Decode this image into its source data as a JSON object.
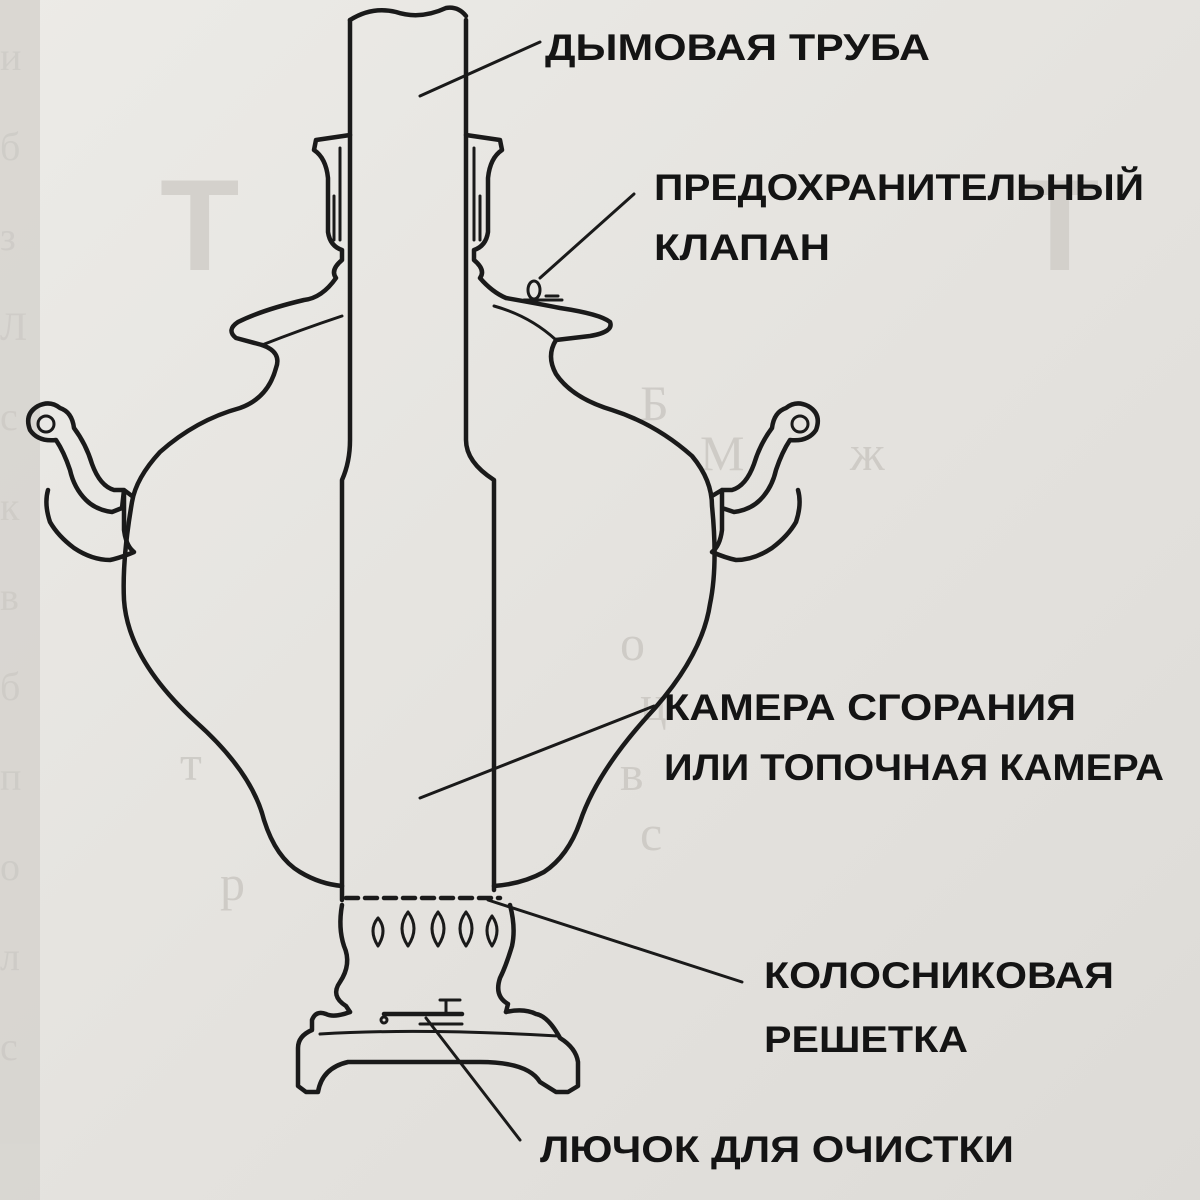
{
  "labels": {
    "chimney": "ДЫМОВАЯ ТРУБА",
    "valve_line1": "ПРЕДОХРАНИТЕЛЬНЫЙ",
    "valve_line2": "КЛАПАН",
    "chamber_line1": "КАМЕРА СГОРАНИЯ",
    "chamber_line2": "ИЛИ ТОПОЧНАЯ КАМЕРА",
    "grate_line1": "КОЛОСНИКОВАЯ",
    "grate_line2": "РЕШЕТКА",
    "hatch": "ЛЮЧОК ДЛЯ ОЧИСТКИ"
  },
  "colors": {
    "paper": "#e7e5e1",
    "ink": "#1a1a1a",
    "bleed_through": "#c9c6c1"
  }
}
